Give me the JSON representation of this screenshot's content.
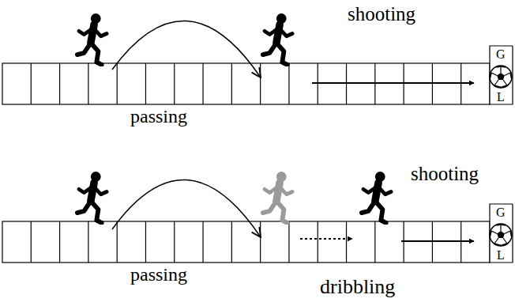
{
  "diagram": {
    "labels": [
      "shooting",
      "G",
      "L",
      "passing",
      "shooting",
      "G",
      "L",
      "passing",
      "dribbling"
    ]
  }
}
